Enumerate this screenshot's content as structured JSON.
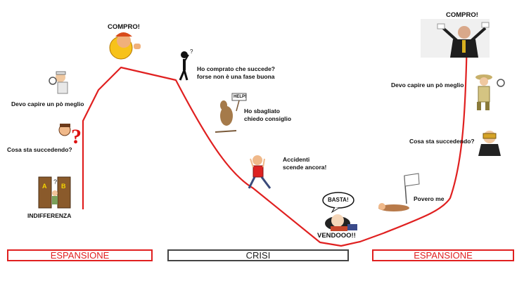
{
  "labels": {
    "indifferenza": "INDIFFERENZA",
    "cosa_left": "Cosa sta succedendo?",
    "devo_left": "Devo capire un pò meglio",
    "compro_left": "COMPRO!",
    "ho_comprato_1": "Ho comprato che succede?",
    "ho_comprato_2": "forse non è una fase buona",
    "sbagliato_1": "Ho sbagliato",
    "sbagliato_2": "chiedo consiglio",
    "help_sign": "HELP!",
    "accidenti_1": "Accidenti",
    "accidenti_2": "scende ancora!",
    "basta": "BASTA!",
    "vendooo": "VENDOOO!!",
    "povero": "Povero me",
    "cosa_right": "Cosa sta succedendo?",
    "devo_right": "Devo capire un pò meglio",
    "compro_right": "COMPRO!"
  },
  "phases": [
    {
      "label": "ESPANSIONE",
      "color": "#e02020"
    },
    {
      "label": "CRISI",
      "color": "#444444"
    },
    {
      "label": "ESPANSIONE",
      "color": "#e02020"
    }
  ],
  "colors": {
    "curve": "#e02020"
  }
}
